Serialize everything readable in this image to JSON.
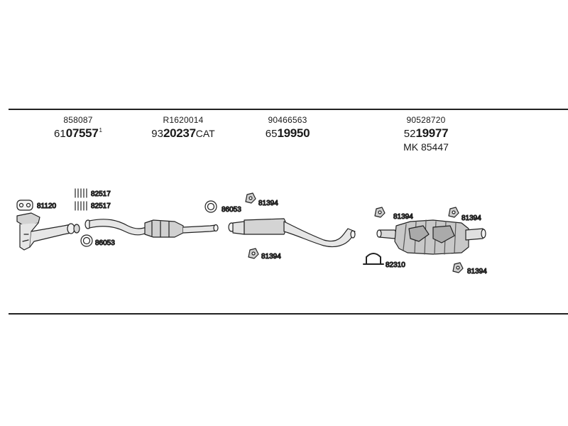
{
  "assemblies": [
    {
      "ref": "858087",
      "prefix": "61",
      "number": "07557",
      "suffix": "",
      "sup": "1",
      "extra": ""
    },
    {
      "ref": "R1620014",
      "prefix": "93",
      "number": "20237",
      "suffix": "CAT",
      "sup": "",
      "extra": ""
    },
    {
      "ref": "90466563",
      "prefix": "65",
      "number": "19950",
      "suffix": "",
      "sup": "",
      "extra": ""
    },
    {
      "ref": "90528720",
      "prefix": "52",
      "number": "19977",
      "suffix": "",
      "sup": "",
      "extra": "MK  85447"
    }
  ],
  "parts": {
    "gasket_81120": "81120",
    "clamp_82517_a": "82517",
    "clamp_82517_b": "82517",
    "ring_86053_a": "86053",
    "ring_86053_b": "86053",
    "hanger_81394_a": "81394",
    "hanger_81394_b": "81394",
    "hanger_81394_c": "81394",
    "hanger_81394_d": "81394",
    "hanger_81394_e": "81394",
    "clamp_82310": "82310"
  }
}
